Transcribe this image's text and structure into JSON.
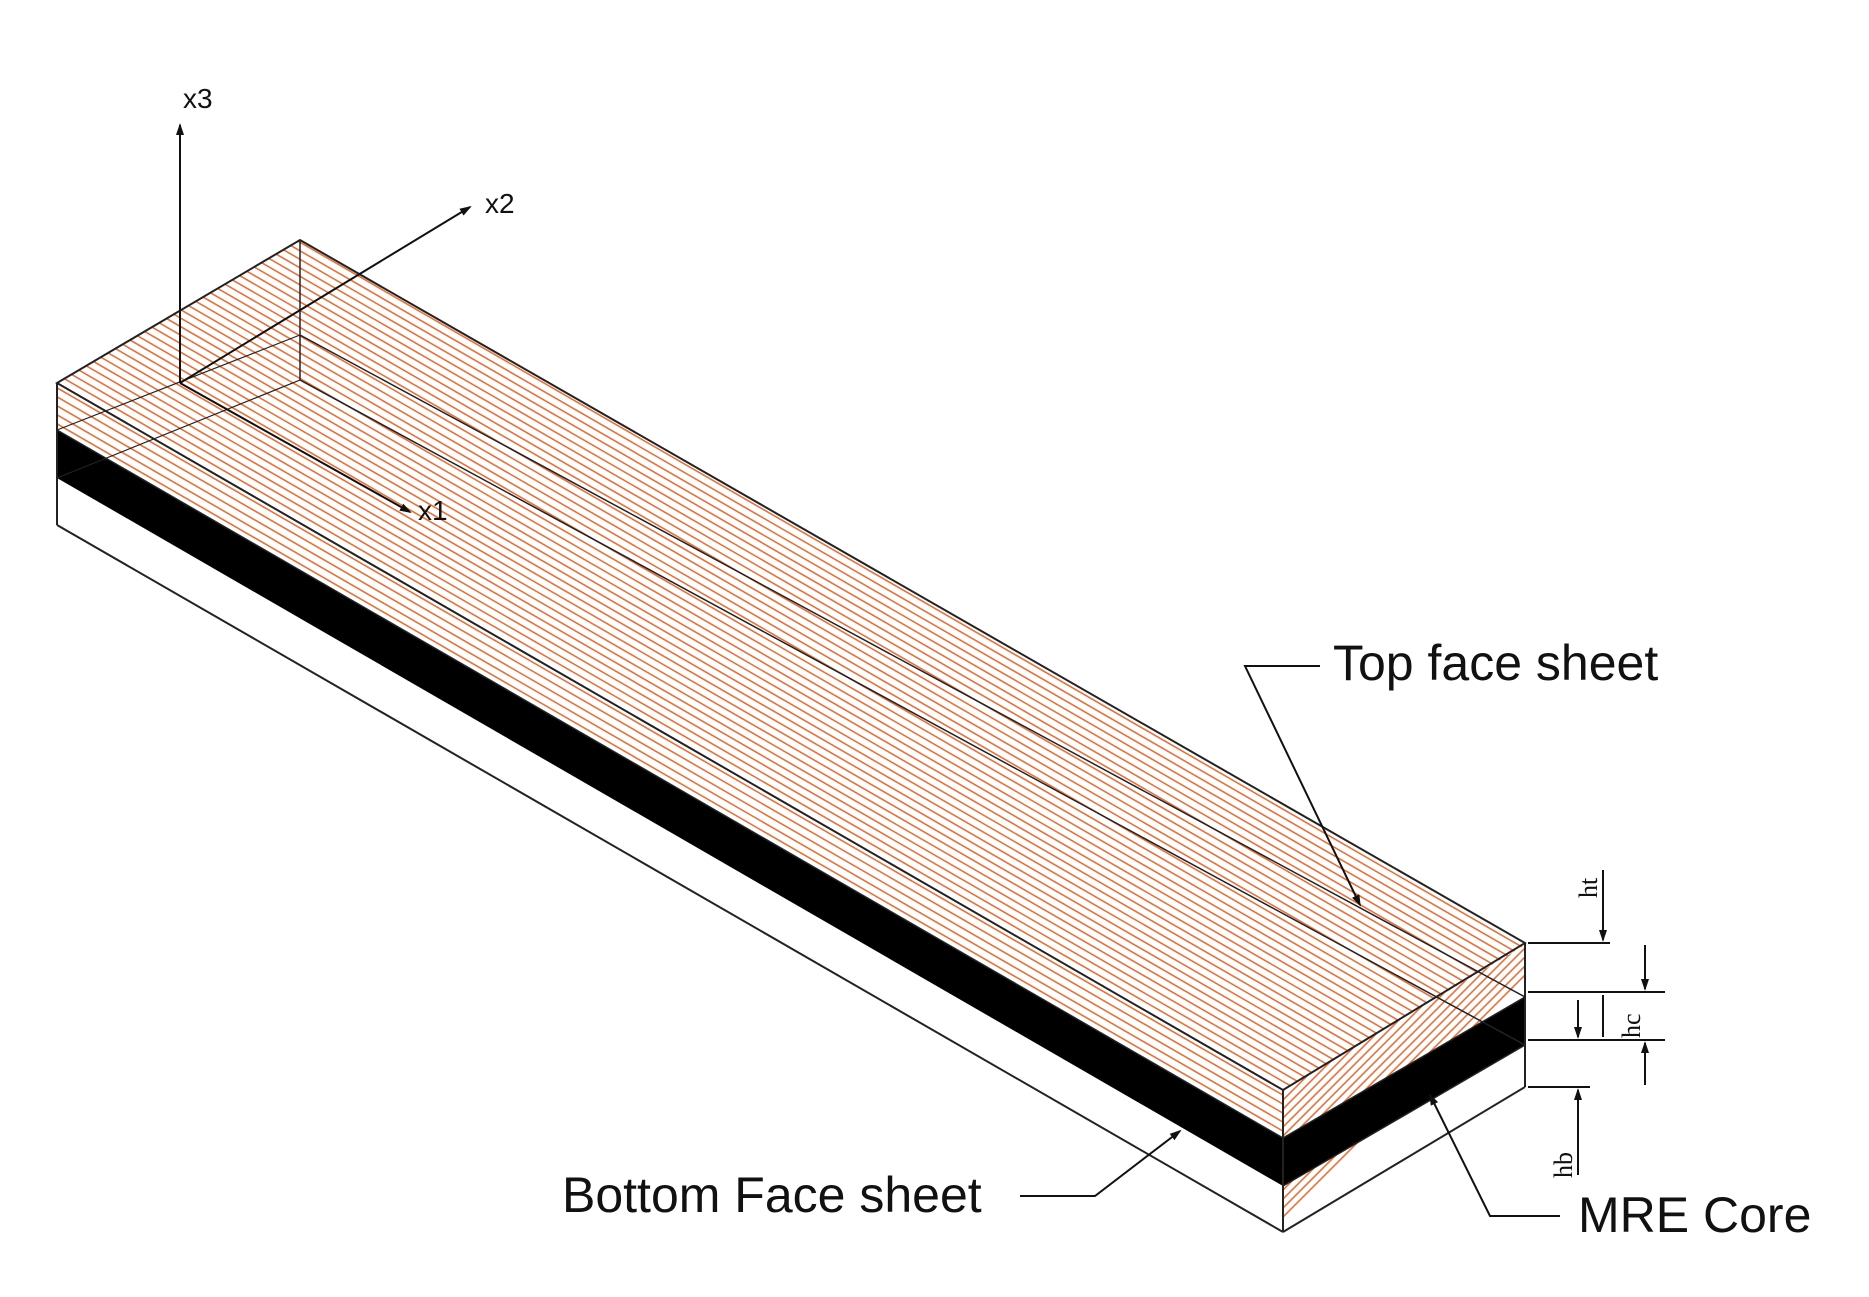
{
  "axes": {
    "x1": "x1",
    "x2": "x2",
    "x3": "x3"
  },
  "callouts": {
    "top": "Top face sheet",
    "bottom": "Bottom Face sheet",
    "core": "MRE Core"
  },
  "dimensions": {
    "ht": "ht",
    "hc": "hc",
    "hb": "hb"
  },
  "colors": {
    "fiber": "#e8703a",
    "core": "#000000",
    "outline": "#222222"
  }
}
